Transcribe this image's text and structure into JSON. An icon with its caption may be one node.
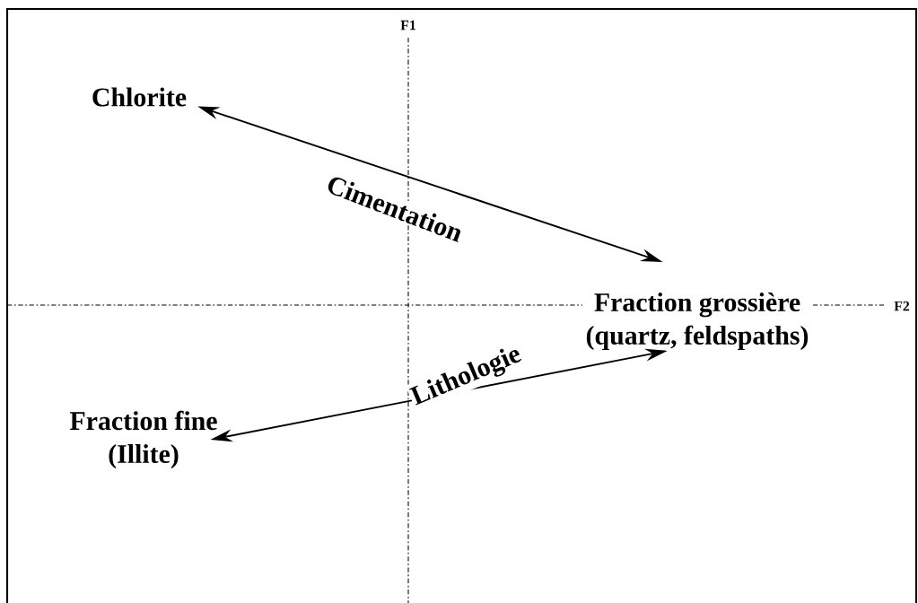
{
  "diagram": {
    "nodes": [
      {
        "text": [
          "Chlorite"
        ]
      },
      {
        "text": [
          "Fraction grossière",
          "(quartz, feldspaths)"
        ]
      },
      {
        "text": [
          "Fraction fine",
          "(Illite)"
        ]
      }
    ],
    "edges": [
      {
        "from": 0,
        "to": 1,
        "arrow": "both",
        "label": "Cimentation"
      },
      {
        "from": 1,
        "to": 2,
        "arrow": "both",
        "label": "Lithologie"
      }
    ],
    "labels": [
      "F1",
      "F2"
    ]
  }
}
